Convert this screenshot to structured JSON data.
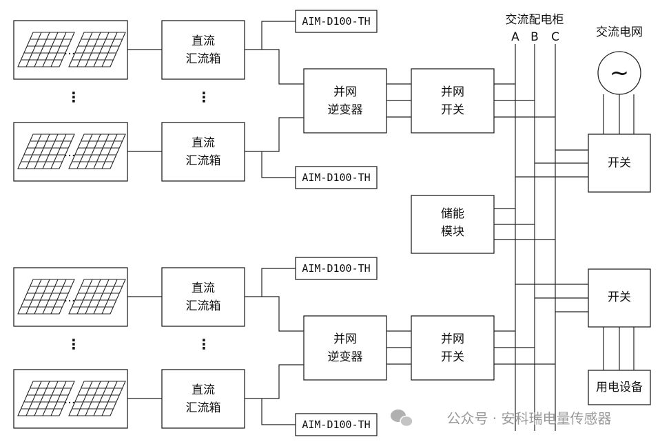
{
  "combiner_box_label": [
    "直流",
    "汇流箱"
  ],
  "sensor_label": "AIM-D100-TH",
  "inverter_label": [
    "并网",
    "逆变器"
  ],
  "grid_switch_label": [
    "并网",
    "开关"
  ],
  "storage_label": [
    "储能",
    "模块"
  ],
  "switch_label": "开关",
  "load_label": "用电设备",
  "ac_cabinet_label": "交流配电柜",
  "busbar_labels": [
    "A",
    "B",
    "C"
  ],
  "utility_grid_label": "交流电网",
  "ac_source_symbol": "~",
  "ellipsis": "⋮",
  "panel_ellipsis": "…",
  "watermark": "公众号 · 安科瑞电量传感器",
  "icons": [
    "solar-panel-icon",
    "ac-source-icon",
    "wechat-icon"
  ]
}
